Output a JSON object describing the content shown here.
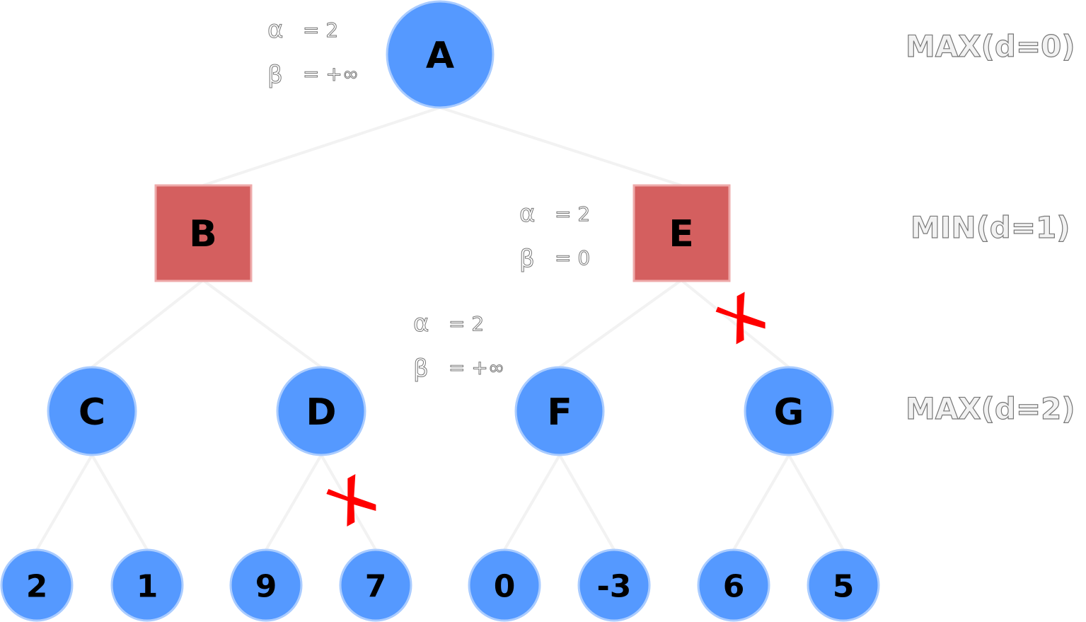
{
  "colors": {
    "max_node": "#5599ff",
    "max_node_border": "#aaccff",
    "min_node": "#d45f5f",
    "min_node_border": "#eeaaaa",
    "prune_mark": "#ff0000"
  },
  "nodes": [
    {
      "id": "A",
      "label": "A",
      "type": "max"
    },
    {
      "id": "B",
      "label": "B",
      "type": "min"
    },
    {
      "id": "E",
      "label": "E",
      "type": "min"
    },
    {
      "id": "C",
      "label": "C",
      "type": "max"
    },
    {
      "id": "D",
      "label": "D",
      "type": "max"
    },
    {
      "id": "F",
      "label": "F",
      "type": "max"
    },
    {
      "id": "G",
      "label": "G",
      "type": "max"
    },
    {
      "id": "L1",
      "label": "2",
      "type": "leaf"
    },
    {
      "id": "L2",
      "label": "1",
      "type": "leaf"
    },
    {
      "id": "L3",
      "label": "9",
      "type": "leaf"
    },
    {
      "id": "L4",
      "label": "7",
      "type": "leaf"
    },
    {
      "id": "L5",
      "label": "0",
      "type": "leaf"
    },
    {
      "id": "L6",
      "label": "-3",
      "type": "leaf"
    },
    {
      "id": "L7",
      "label": "6",
      "type": "leaf"
    },
    {
      "id": "L8",
      "label": "5",
      "type": "leaf"
    }
  ],
  "edges": [
    {
      "from": "A",
      "to": "B"
    },
    {
      "from": "A",
      "to": "E"
    },
    {
      "from": "B",
      "to": "C"
    },
    {
      "from": "B",
      "to": "D"
    },
    {
      "from": "E",
      "to": "F"
    },
    {
      "from": "E",
      "to": "G",
      "pruned": true
    },
    {
      "from": "C",
      "to": "L1"
    },
    {
      "from": "C",
      "to": "L2"
    },
    {
      "from": "D",
      "to": "L3"
    },
    {
      "from": "D",
      "to": "L4",
      "pruned": true
    },
    {
      "from": "F",
      "to": "L5"
    },
    {
      "from": "F",
      "to": "L6"
    },
    {
      "from": "G",
      "to": "L7"
    },
    {
      "from": "G",
      "to": "L8"
    }
  ],
  "annotations": [
    {
      "id": "ann-A",
      "alpha_symbol": "α",
      "alpha_value": "= 2",
      "beta_symbol": "β",
      "beta_value": "= +∞"
    },
    {
      "id": "ann-E",
      "alpha_symbol": "α",
      "alpha_value": "= 2",
      "beta_symbol": "β",
      "beta_value": "= 0"
    },
    {
      "id": "ann-F",
      "alpha_symbol": "α",
      "alpha_value": "= 2",
      "beta_symbol": "β",
      "beta_value": "= +∞"
    }
  ],
  "levels": [
    "MAX(d=0)",
    "MIN(d=1)",
    "MAX(d=2)"
  ]
}
